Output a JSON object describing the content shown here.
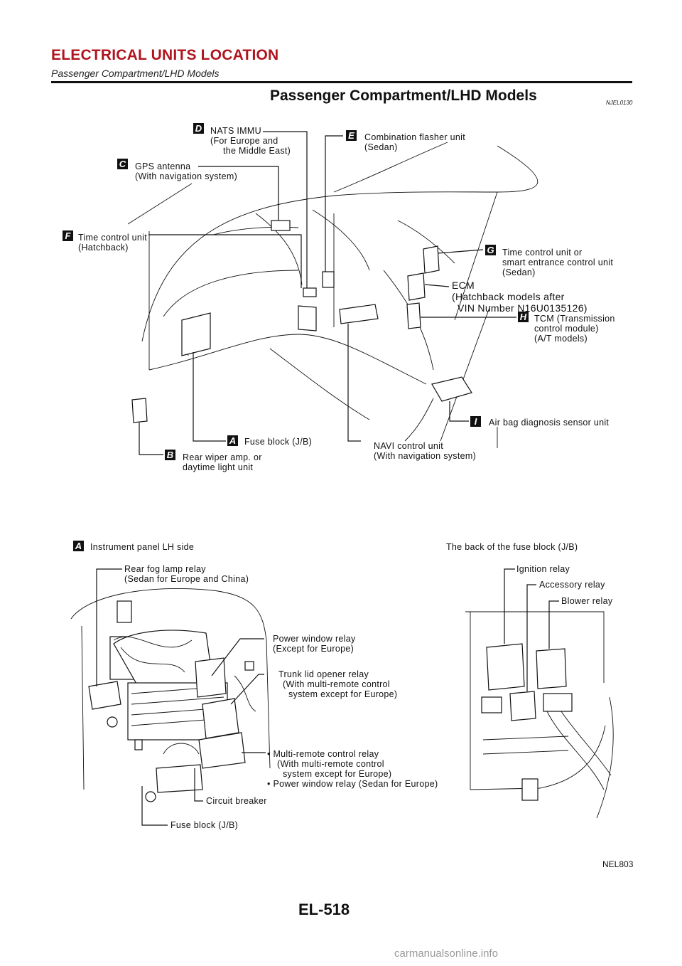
{
  "header": {
    "title": "ELECTRICAL UNITS LOCATION",
    "subtitle": "Passenger Compartment/LHD Models"
  },
  "section": {
    "title": "Passenger Compartment/LHD Models",
    "code": "NJEL0130"
  },
  "callouts": {
    "D": {
      "badge": "D",
      "line1": "NATS IMMU",
      "line2": "(For Europe and",
      "line3": "the Middle East)"
    },
    "E": {
      "badge": "E",
      "line1": "Combination flasher unit",
      "line2": "(Sedan)"
    },
    "C": {
      "badge": "C",
      "line1": "GPS antenna",
      "line2": "(With navigation system)"
    },
    "F": {
      "badge": "F",
      "line1": "Time control unit",
      "line2": "(Hatchback)"
    },
    "G": {
      "badge": "G",
      "line1": "Time control unit or",
      "line2": "smart entrance control unit",
      "line3": "(Sedan)"
    },
    "ECM": {
      "line1": "ECM",
      "line2": "(Hatchback models after",
      "line3": "VIN Number N16U0135126)"
    },
    "H": {
      "badge": "H",
      "line1": "TCM (Transmission",
      "line2": "control module)",
      "line3": "(A/T models)"
    },
    "I": {
      "badge": "I",
      "line1": "Air bag diagnosis sensor unit"
    },
    "A": {
      "badge": "A",
      "line1": "Fuse block (J/B)"
    },
    "B": {
      "badge": "B",
      "line1": "Rear wiper amp. or",
      "line2": "daytime light unit"
    },
    "NAVI": {
      "line1": "NAVI control unit",
      "line2": "(With navigation system)"
    }
  },
  "detail_left": {
    "badge": "A",
    "heading": "Instrument panel LH side",
    "rear_fog": {
      "line1": "Rear fog lamp relay",
      "line2": "(Sedan for Europe and China)"
    },
    "power_window": {
      "line1": "Power window relay",
      "line2": "(Except for Europe)"
    },
    "trunk_lid": {
      "line1": "Trunk lid opener relay",
      "line2": "(With multi-remote control",
      "line3": "system except for Europe)"
    },
    "multi_remote": {
      "line1": "• Multi-remote control relay",
      "line2": "(With multi-remote control",
      "line3": "system except for Europe)",
      "line4": "• Power window relay (Sedan for Europe)"
    },
    "circuit_breaker": "Circuit breaker",
    "fuse_block": "Fuse block (J/B)"
  },
  "detail_right": {
    "heading": "The back of the fuse block (J/B)",
    "ignition": "Ignition relay",
    "accessory": "Accessory relay",
    "blower": "Blower relay"
  },
  "figure_id": "NEL803",
  "page_number": "EL-518",
  "watermark": "carmanualsonline.info"
}
